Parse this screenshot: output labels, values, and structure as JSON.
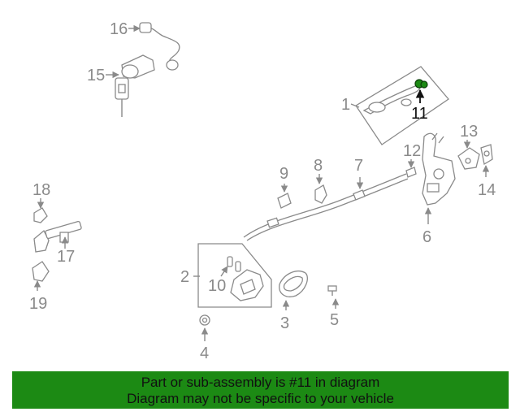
{
  "callouts": {
    "c1": "1",
    "c2": "2",
    "c3": "3",
    "c4": "4",
    "c5": "5",
    "c6": "6",
    "c7": "7",
    "c8": "8",
    "c9": "9",
    "c10": "10",
    "c11": "11",
    "c12": "12",
    "c13": "13",
    "c14": "14",
    "c15": "15",
    "c16": "16",
    "c17": "17",
    "c18": "18",
    "c19": "19"
  },
  "highlight": {
    "part": "11",
    "color": "#1c8a14"
  },
  "banner": {
    "line1": "Part or sub-assembly is #11 in diagram",
    "line2": "Diagram may not be specific to your vehicle",
    "background": "#1c8a14"
  }
}
